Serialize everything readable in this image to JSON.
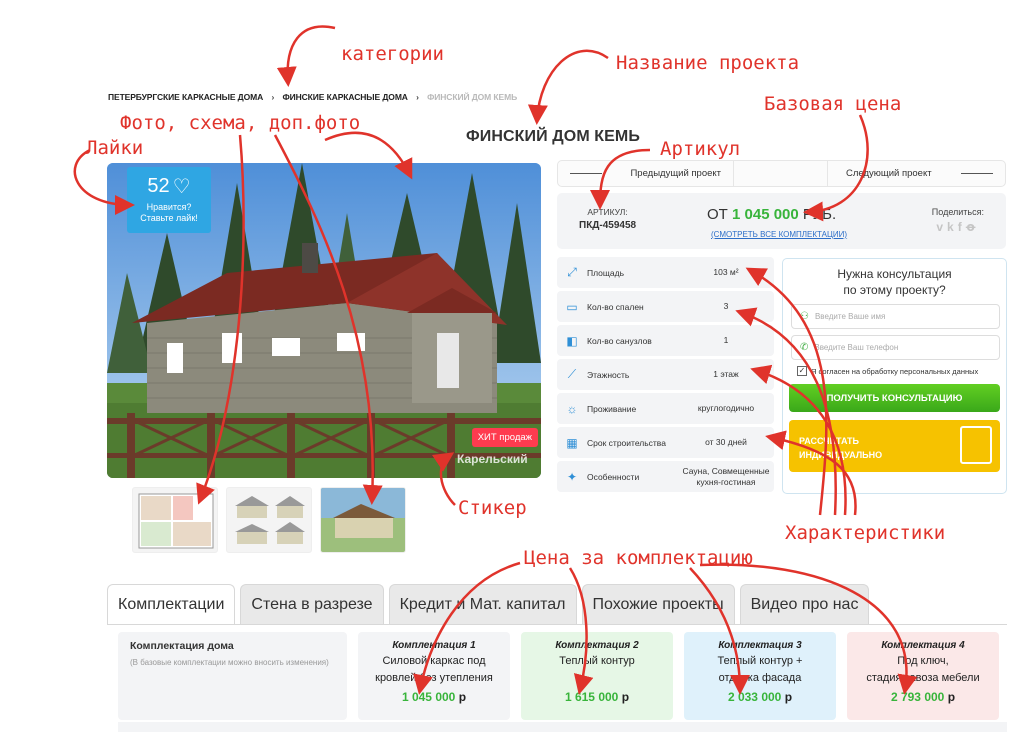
{
  "annotations": {
    "categories": "категории",
    "project_name": "Название проекта",
    "base_price": "Базовая цена",
    "photos": "Фото, схема, доп.фото",
    "likes": "Лайки",
    "article": "Артикул",
    "sticker": "Стикер",
    "specs": "Характеристики",
    "kit_price": "Цена за комплектацию"
  },
  "breadcrumb": {
    "item1": "ПЕТЕРБУРГСКИЕ КАРКАСНЫЕ ДОМА",
    "item2": "ФИНСКИЕ КАРКАСНЫЕ ДОМА",
    "current": "ФИНСКИЙ ДОМ КЕМЬ",
    "sep": "›"
  },
  "title": "ФИНСКИЙ ДОМ КЕМЬ",
  "likes": {
    "count": "52",
    "sub1": "Нравится?",
    "sub2": "Ставьте лайк!"
  },
  "sticker": "ХИТ продаж",
  "watermark": "Карельский",
  "nav": {
    "prev": "Предыдущий проект",
    "next": "Следующий проект"
  },
  "price": {
    "article_label": "АРТИКУЛ:",
    "article_value": "ПКД-459458",
    "prefix": "ОТ",
    "value": "1 045 000",
    "currency": "РУБ.",
    "all_kits_link": "(СМОТРЕТЬ ВСЕ КОМПЛЕКТАЦИИ)",
    "share_label": "Поделиться:",
    "share_icons": "vk f ok"
  },
  "specs": [
    {
      "icon": "area-icon",
      "glyph": "⤢",
      "label": "Площадь",
      "value": "103 м²"
    },
    {
      "icon": "bed-icon",
      "glyph": "▭",
      "label": "Кол-во спален",
      "value": "3"
    },
    {
      "icon": "toilet-icon",
      "glyph": "◧",
      "label": "Кол-во санузлов",
      "value": "1"
    },
    {
      "icon": "stairs-icon",
      "glyph": "⟋",
      "label": "Этажность",
      "value": "1 этаж"
    },
    {
      "icon": "sun-icon",
      "glyph": "☼",
      "label": "Проживание",
      "value": "круглогодично"
    },
    {
      "icon": "calendar-icon",
      "glyph": "▦",
      "label": "Срок строительства",
      "value": "от 30 дней"
    },
    {
      "icon": "bulb-icon",
      "glyph": "✦",
      "label": "Особенности",
      "value": "Сауна, Совмещенные кухня-гостиная"
    }
  ],
  "consult": {
    "title1": "Нужна консультация",
    "title2": "по этому проекту?",
    "name_placeholder": "Введите Ваше имя",
    "phone_placeholder": "Введите Ваш телефон",
    "agree": "Я согласен на обработку персональных данных",
    "get_btn": "ПОЛУЧИТЬ КОНСУЛЬТАЦИЮ",
    "calc_btn1": "РАССЧИТАТЬ",
    "calc_btn2": "ИНДИВИДУАЛЬНО"
  },
  "tabs": [
    "Комплектации",
    "Стена в разрезе",
    "Кредит и Мат. капитал",
    "Похожие проекты",
    "Видео про нас"
  ],
  "kits": {
    "header": "Комплектация дома",
    "header_sub": "(В базовые комплектации можно вносить изменения)",
    "items": [
      {
        "name": "Комплектация 1",
        "desc1": "Силовой каркас под",
        "desc2": "кровлей без утепления",
        "price": "1 045 000",
        "cur": "р"
      },
      {
        "name": "Комплектация 2",
        "desc1": "Теплый контур",
        "desc2": "",
        "price": "1 615 000",
        "cur": "р"
      },
      {
        "name": "Комплектация 3",
        "desc1": "Теплый контур +",
        "desc2": "отделка фасада",
        "price": "2 033 000",
        "cur": "р"
      },
      {
        "name": "Комплектация 4",
        "desc1": "Под ключ,",
        "desc2": "стадия завоза мебели",
        "price": "2 793 000",
        "cur": "р"
      }
    ]
  }
}
